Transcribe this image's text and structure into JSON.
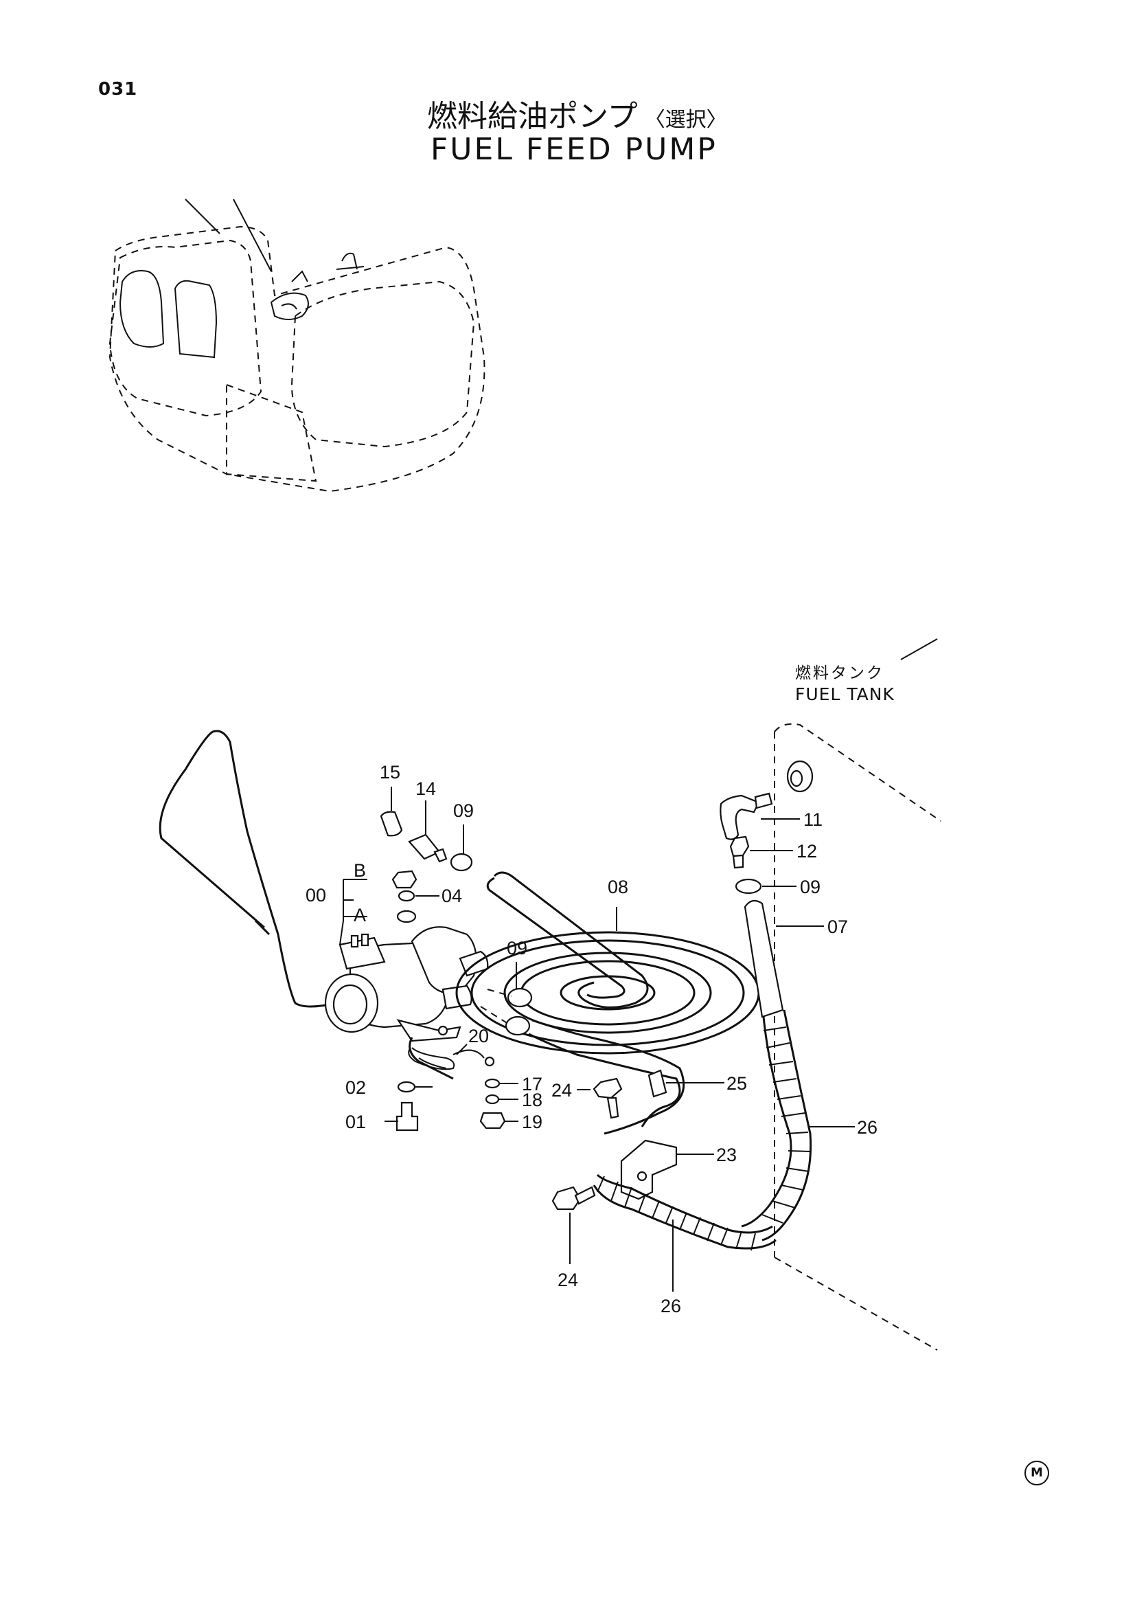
{
  "page_number": "031",
  "title": {
    "jp": "燃料給油ポンプ",
    "jp_sub": "〈選択〉",
    "en": "FUEL FEED PUMP"
  },
  "fuel_tank": {
    "jp": "燃料タンク",
    "en": "FUEL TANK"
  },
  "callouts": {
    "c15": "15",
    "c14": "14",
    "c09a": "09",
    "b": "B",
    "a": "A",
    "c00": "00",
    "c04": "04",
    "c08": "08",
    "c09b": "09",
    "c11": "11",
    "c12": "12",
    "c09c": "09",
    "c07": "07",
    "c20": "20",
    "c02": "02",
    "c17": "17",
    "c18": "18",
    "c01": "01",
    "c19": "19",
    "c24a": "24",
    "c25": "25",
    "c26a": "26",
    "c23": "23",
    "c24b": "24",
    "c26b": "26"
  },
  "maker_mark": "M"
}
